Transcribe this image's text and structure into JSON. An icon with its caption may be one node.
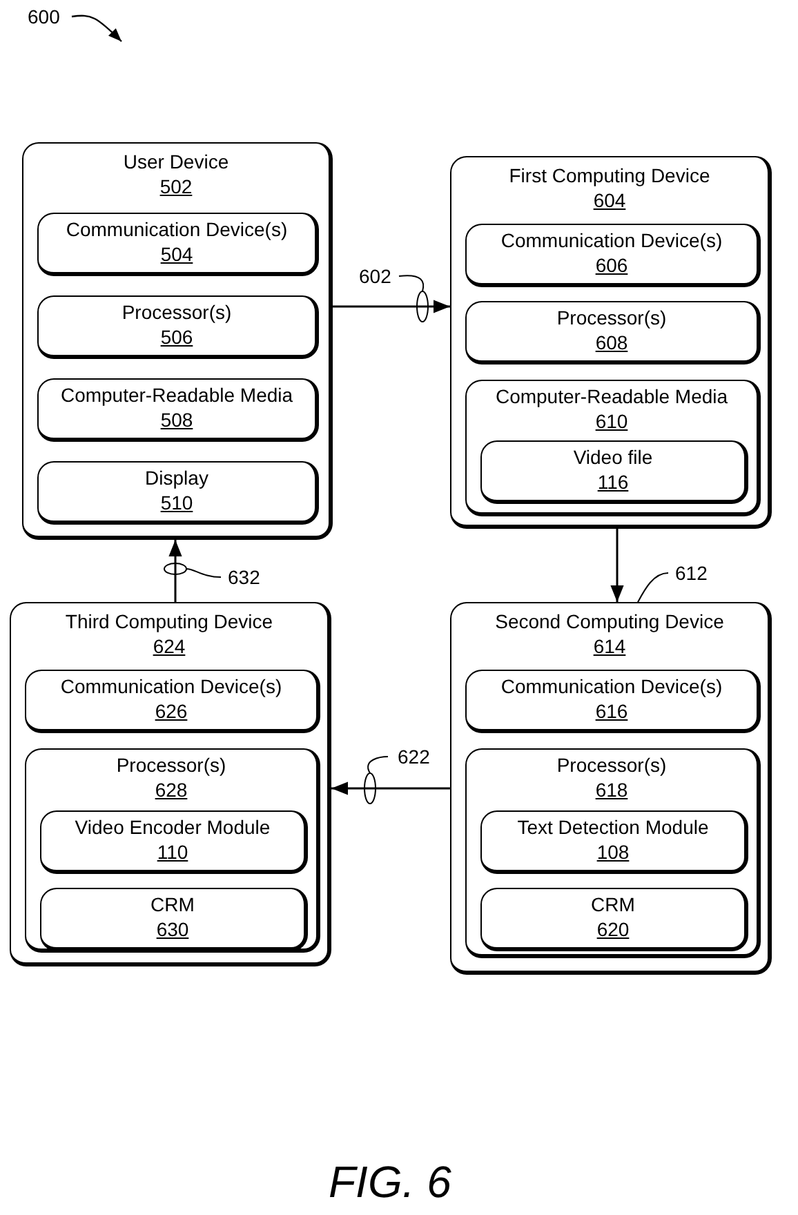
{
  "diagram": {
    "caption": "FIG. 6",
    "nodes": [
      {
        "text": [
          "User Device",
          "502"
        ]
      },
      {
        "text": [
          "Communication Device(s)",
          "504"
        ],
        "in": 0
      },
      {
        "text": [
          "Processor(s)",
          "506"
        ],
        "in": 0
      },
      {
        "text": [
          "Computer-Readable Media",
          "508"
        ],
        "in": 0
      },
      {
        "text": [
          "Display",
          "510"
        ],
        "in": 0
      },
      {
        "text": [
          "First Computing Device",
          "604"
        ]
      },
      {
        "text": [
          "Communication Device(s)",
          "606"
        ],
        "in": 5
      },
      {
        "text": [
          "Processor(s)",
          "608"
        ],
        "in": 5
      },
      {
        "text": [
          "Computer-Readable Media",
          "610"
        ],
        "in": 5
      },
      {
        "text": [
          "Video file",
          "116"
        ],
        "in": 8
      },
      {
        "text": [
          "Third Computing Device",
          "624"
        ]
      },
      {
        "text": [
          "Communication Device(s)",
          "626"
        ],
        "in": 10
      },
      {
        "text": [
          "Processor(s)",
          "628"
        ],
        "in": 10
      },
      {
        "text": [
          "Video Encoder Module",
          "110"
        ],
        "in": 12
      },
      {
        "text": [
          "CRM",
          "630"
        ],
        "in": 12
      },
      {
        "text": [
          "Second Computing Device",
          "614"
        ]
      },
      {
        "text": [
          "Communication Device(s)",
          "616"
        ],
        "in": 15
      },
      {
        "text": [
          "Processor(s)",
          "618"
        ],
        "in": 15
      },
      {
        "text": [
          "Text Detection Module",
          "108"
        ],
        "in": 17
      },
      {
        "text": [
          "CRM",
          "620"
        ],
        "in": 17
      }
    ],
    "edges": [
      {
        "from": 0,
        "to": 5,
        "arrow": "to",
        "label": "602"
      },
      {
        "from": 5,
        "to": 15,
        "arrow": "to",
        "label": "612"
      },
      {
        "from": 15,
        "to": 10,
        "arrow": "to",
        "label": "622"
      },
      {
        "from": 10,
        "to": 0,
        "arrow": "to",
        "label": "632"
      }
    ],
    "labels": [
      "600"
    ]
  }
}
